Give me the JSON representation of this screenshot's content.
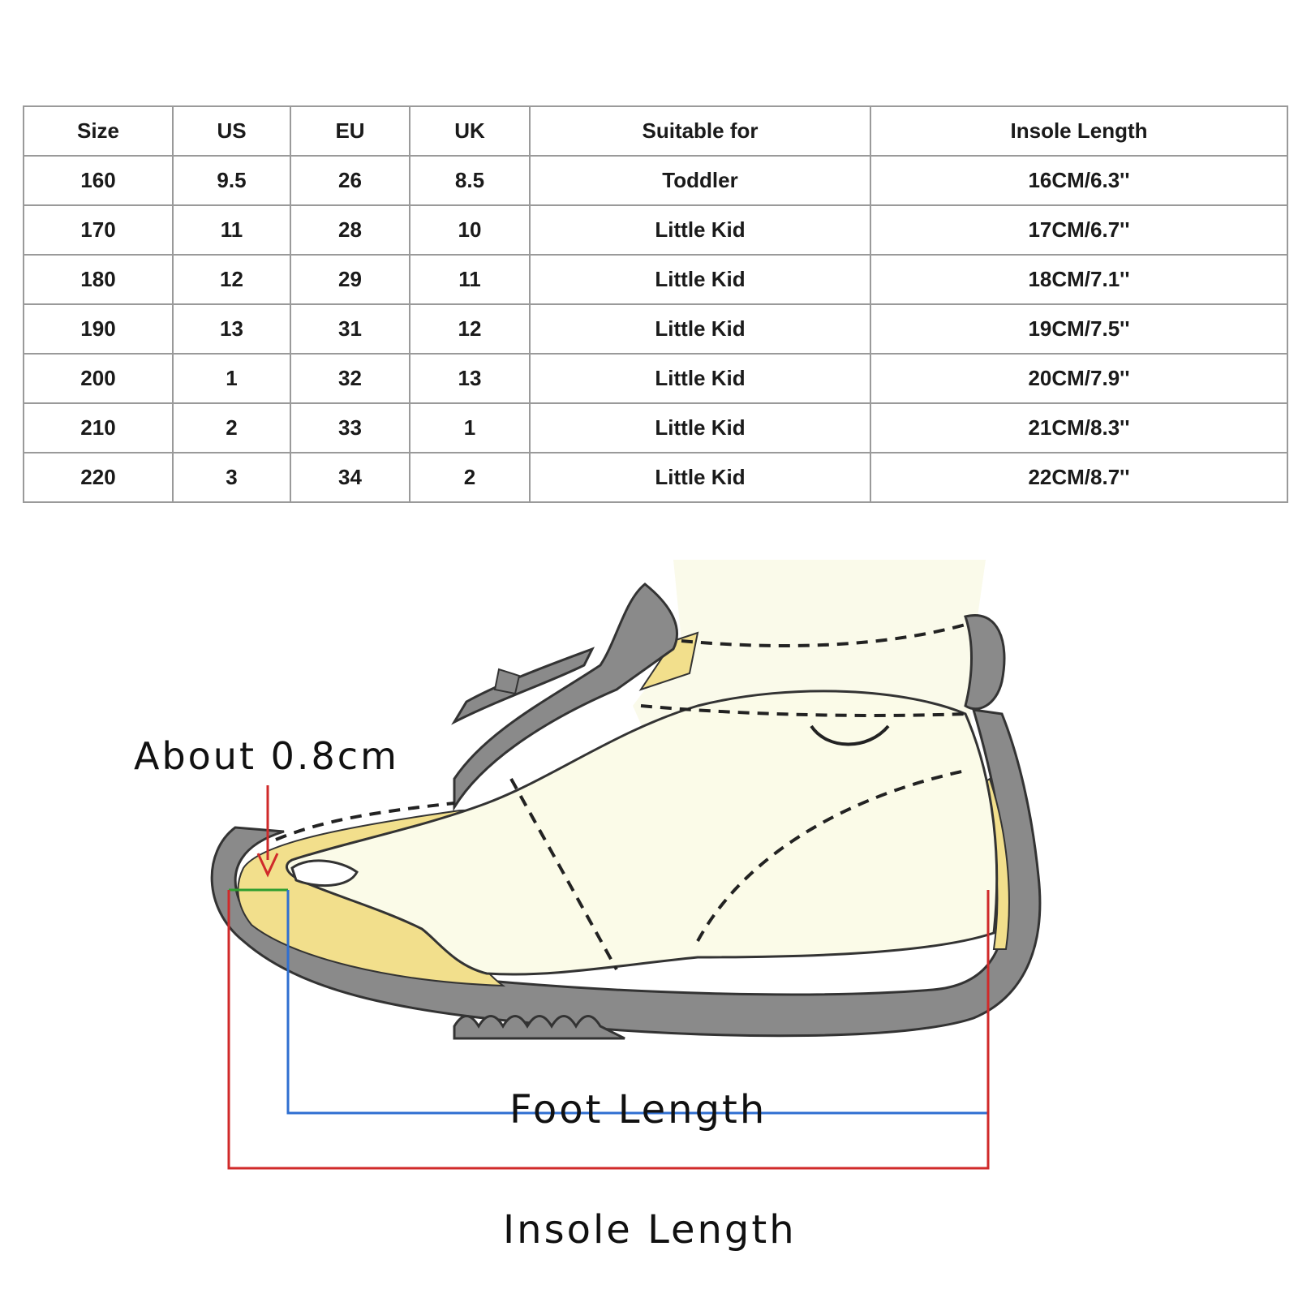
{
  "size_table": {
    "headers": [
      "Size",
      "US",
      "EU",
      "UK",
      "Suitable for",
      "Insole Length"
    ],
    "rows": [
      [
        "160",
        "9.5",
        "26",
        "8.5",
        "Toddler",
        "16CM/6.3''"
      ],
      [
        "170",
        "11",
        "28",
        "10",
        "Little Kid",
        "17CM/6.7''"
      ],
      [
        "180",
        "12",
        "29",
        "11",
        "Little Kid",
        "18CM/7.1''"
      ],
      [
        "190",
        "13",
        "31",
        "12",
        "Little Kid",
        "19CM/7.5''"
      ],
      [
        "200",
        "1",
        "32",
        "13",
        "Little Kid",
        "20CM/7.9''"
      ],
      [
        "210",
        "2",
        "33",
        "1",
        "Little Kid",
        "21CM/8.3''"
      ],
      [
        "220",
        "3",
        "34",
        "2",
        "Little Kid",
        "22CM/8.7''"
      ]
    ]
  },
  "diagram": {
    "toe_gap_label": "About 0.8cm",
    "foot_length_label": "Foot Length",
    "insole_length_label": "Insole Length",
    "colors": {
      "shoe_outline": "#8a8a8a",
      "foot": "#fbfbe8",
      "insole": "#f2df8c",
      "foot_length_line": "#2f6fd1",
      "insole_length_line": "#d02a2a",
      "toe_gap_line": "#2f9e2f",
      "arrow": "#d02a2a"
    }
  }
}
